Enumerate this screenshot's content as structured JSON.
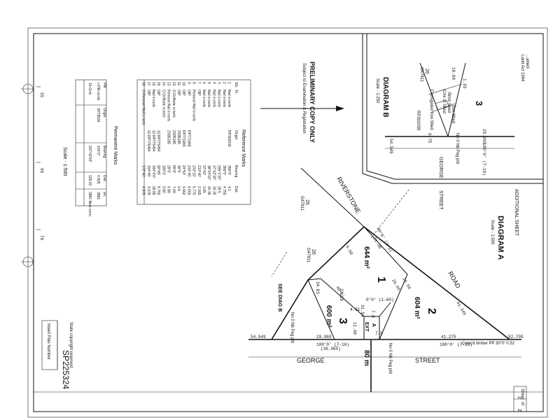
{
  "doc": {
    "plan_number": "SP225324",
    "sheet_label": "Sheet",
    "sheet_of": "of",
    "sheet_no": "2",
    "sheet_total": "2",
    "copyright": "State copyright reserved.",
    "insert_plan": "Insert Plan Number",
    "additional_sheet": "ADDITIONAL SHEET",
    "preliminary": "PRELIMINARY COPY ONLY",
    "subject_to": "Subject to Examination & Registration",
    "scale_main": "Scale - 1:500",
    "land_act": "Land Act 1994",
    "top_note": "...ained"
  },
  "diagram_a": {
    "title": "DIAGRAM A",
    "scale": "Scale - 1:500",
    "road_left": "RIVERSTONE",
    "road_right": "ROAD",
    "street_left": "GEORGE",
    "street_right": "STREET",
    "road_width": "80 m",
    "lot1": "1",
    "lot1_area": "644 m²",
    "lot2": "2",
    "lot2_area": "604 m²",
    "lot3": "3",
    "lot3_area": "600 m²",
    "ext": "EXT",
    "ext_a": "A",
    "lot25": "25",
    "lot25_plan": "G47811",
    "lot26": "26",
    "lot26_plan": "G47811",
    "see_diag": "SEE DIAG B",
    "dims": [
      "54.549",
      "29.965",
      "41.275",
      "52.705",
      "180°0' (7-16)",
      "180°0' (7-16)",
      "21.38",
      "40°0' (1-3)",
      "40°0'",
      "23.19",
      "26.65",
      "0°0' (1-60)",
      "7.0",
      "4.61",
      "31.94",
      "11.49",
      "34.83",
      "41.345",
      "(36.965)",
      "7.0",
      "5.68",
      "26.56"
    ],
    "pegs": [
      "No 0 Nb Peg pld",
      "No 0 Nb Peg pld",
      "Conc'd timber PP 30°0' 0.52"
    ]
  },
  "diagram_b": {
    "title": "DIAGRAM B",
    "scale": "Scale - 1:250",
    "lot3": "3",
    "lot26": "26",
    "lot26_plan": "G47811",
    "street_left": "GEORGE",
    "street_right": "STREET",
    "dims": [
      "54.549",
      "29.965",
      "180°0' (7-16)",
      "10.00",
      "1.93",
      "0.75"
    ],
    "notes": [
      "Corrugated Iron Shed",
      "Brick Shed",
      "Crnr of Shed",
      "RP302039",
      "No 0 Nb Peg pld",
      "Iron Shed"
    ]
  },
  "reference_marks": {
    "title": "Reference Marks",
    "headers": [
      "Stn",
      "To",
      "Origin",
      "Bearing",
      "Dist"
    ],
    "rows": [
      [
        "1",
        "Nail in kerb",
        "RP302039",
        "356°0'",
        "4.1"
      ],
      [
        "2",
        "Nail in kerb",
        "",
        "356°0'",
        "4.755"
      ],
      [
        "3",
        "Nail in kerb",
        "",
        "296°2'30\"",
        "28.5"
      ],
      [
        "4",
        "Nail in kerb",
        "",
        "37°42'30\"",
        "30.35"
      ],
      [
        "5",
        "Nail in kerb",
        "",
        "38°24'10\"",
        "40.35"
      ],
      [
        "6",
        "Nail in kerb",
        "",
        "37°42'",
        "3.65"
      ],
      [
        "7",
        "OIP",
        "",
        "213°40'",
        "2.165"
      ],
      [
        "8",
        "Remove Nail in kerb",
        "",
        "233°15'",
        "5.775"
      ],
      [
        "9",
        "OIP",
        "RP771965",
        "233°45'",
        "6.555"
      ],
      [
        "10",
        "OIP",
        "RP771965",
        "24°54'",
        "4.662"
      ],
      [
        "11",
        "OIP",
        "2S85185",
        "30°0'",
        "0.6"
      ],
      [
        "12",
        "O Drillhole in kerb",
        "2S85185",
        "55°0'",
        "7.69"
      ],
      [
        "13",
        "Remove Nail in kerb",
        "2S85185",
        "28°0'",
        "6.88"
      ],
      [
        "14",
        "O Drillhole in kerb",
        "",
        "180°0'",
        "9.80"
      ],
      [
        "15",
        "OIP",
        "12.RP775454",
        "92°45'",
        "5.755"
      ],
      [
        "16",
        "Nail in kerb",
        "12.RP775454",
        "334°4'0\"",
        "28.85"
      ],
      [
        "17",
        "OIP",
        "12.RP775454",
        "154°45'",
        "4.978"
      ],
      [
        "18",
        "O Remove Nail in kerb",
        "",
        "172°40'",
        "4.978"
      ]
    ]
  },
  "permanent_marks": {
    "title": "Permanent Marks",
    "headers": [
      "PM",
      "Origin",
      "Bearing",
      "Dist",
      "a/c"
    ],
    "rows": [
      [
        "n PM on kb",
        "SP79534",
        "100°0'",
        "4.825",
        "3881"
      ],
      [
        "16-Grid",
        "",
        "207°42'40\"",
        "128.42",
        "3881 New conn"
      ]
    ]
  }
}
